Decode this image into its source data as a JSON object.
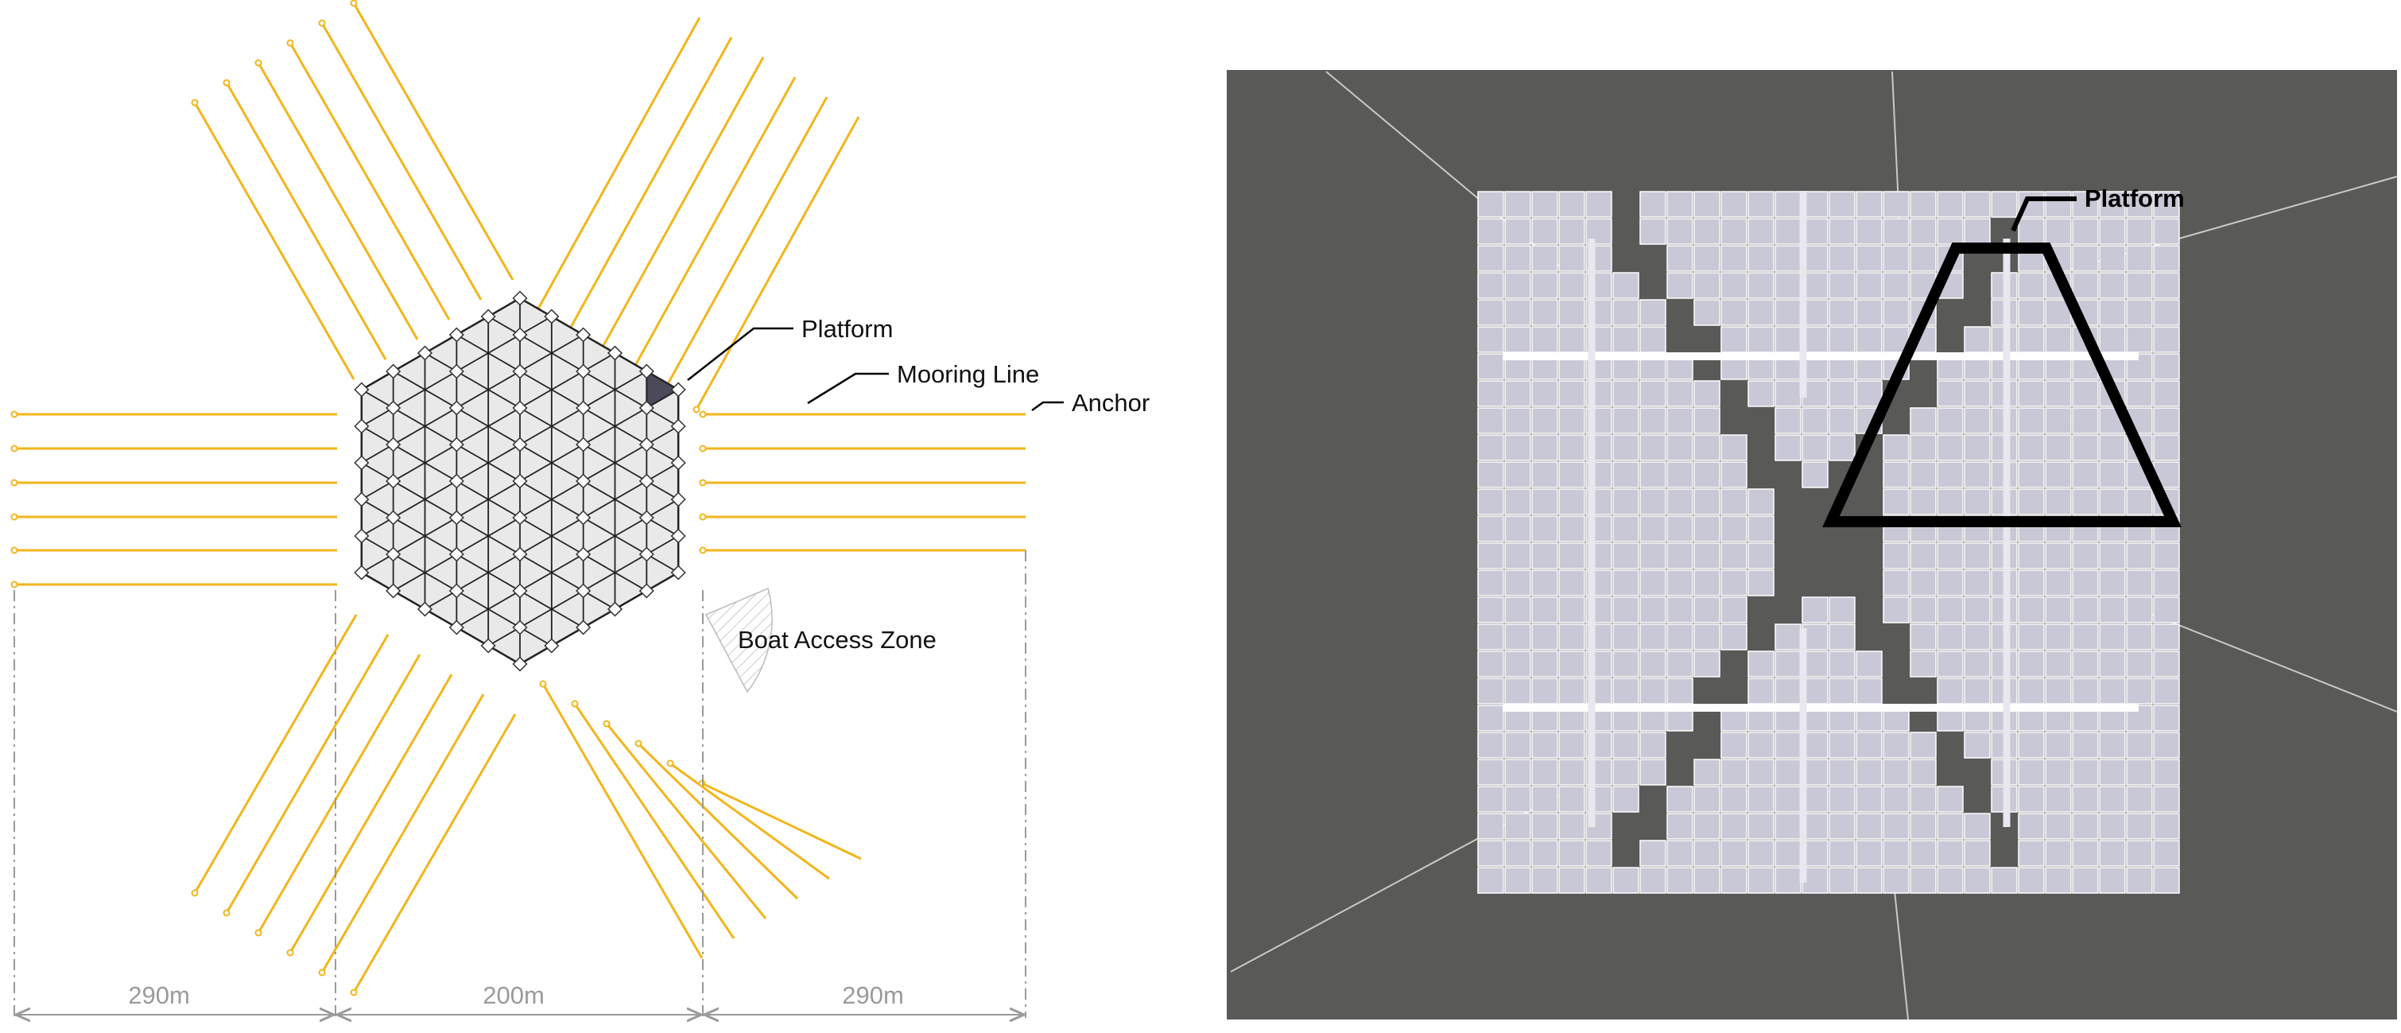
{
  "diagram": {
    "labels": {
      "platform": "Platform",
      "mooring_line": "Mooring Line",
      "anchor": "Anchor",
      "boat_access_zone": "Boat Access Zone"
    },
    "dimensions": {
      "left": "290m",
      "middle": "200m",
      "right": "290m"
    },
    "colors": {
      "mooring": "#f2b51c",
      "platform_fill": "#e9e9e9",
      "highlight": "#4b4a5a",
      "dimension": "#9a9a9a"
    }
  },
  "photo": {
    "callout_label": "Platform",
    "colors": {
      "water": "#595a58",
      "panel": "#c9c8d6",
      "frame": "#ffffff",
      "outline": "#000000"
    }
  }
}
